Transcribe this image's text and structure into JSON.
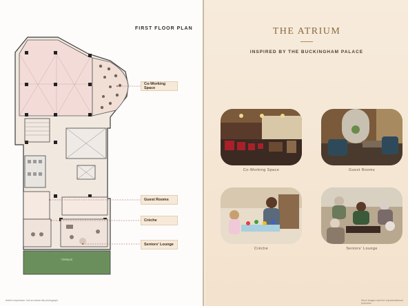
{
  "plan": {
    "title": "FIRST FLOOR PLAN",
    "terrace_label": "TERRACE",
    "tags": {
      "coworking": "Co-Working Space",
      "guest": "Guest Rooms",
      "creche": "Crèche",
      "seniors": "Seniors' Lounge"
    },
    "footnote": "Artist's impression. Not an actual site photograph."
  },
  "atrium": {
    "title": "THE ATRIUM",
    "subtitle": "INSPIRED BY THE BUCKINGHAM PALACE",
    "photos": [
      {
        "caption": "Co-Working Space"
      },
      {
        "caption": "Guest Rooms"
      },
      {
        "caption": "Crèche"
      },
      {
        "caption": "Seniors' Lounge"
      }
    ],
    "footnote": "Stock images used for representational purposes."
  },
  "colors": {
    "accent": "#8a6a3c",
    "terrace": "#6b8f5c",
    "page_bg": "#f6ead9"
  }
}
